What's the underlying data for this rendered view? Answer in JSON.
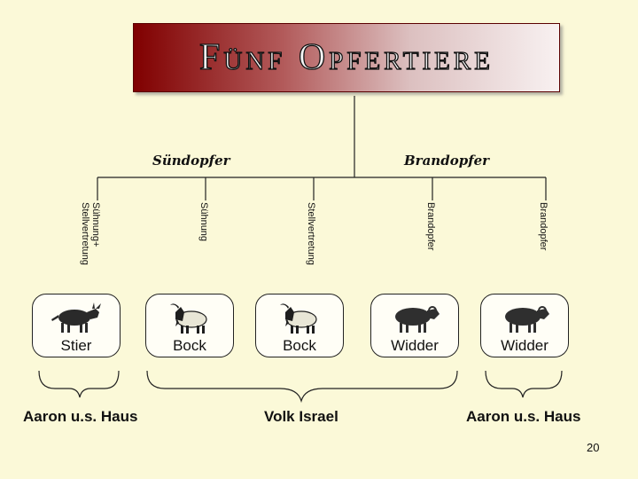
{
  "title": "Fünf Opfertiere",
  "categories": {
    "left": "Sündopfer",
    "right": "Brandopfer"
  },
  "purposes": [
    "Sühnung+\nStellvertretung",
    "Sühnung",
    "Stellvertretung",
    "Brandopfer",
    "Brandopfer"
  ],
  "animals": [
    {
      "name": "Stier",
      "icon": "bull-icon",
      "color": "#2a2a2a"
    },
    {
      "name": "Bock",
      "icon": "goat-icon",
      "color": "#1e1e1e"
    },
    {
      "name": "Bock",
      "icon": "goat-icon",
      "color": "#1e1e1e"
    },
    {
      "name": "Widder",
      "icon": "ram-icon",
      "color": "#2f2f2f"
    },
    {
      "name": "Widder",
      "icon": "ram-icon",
      "color": "#2f2f2f"
    }
  ],
  "groups": {
    "left": "Aaron u.s. Haus",
    "middle": "Volk Israel",
    "right": "Aaron u.s. Haus"
  },
  "page_number": "20",
  "colors": {
    "background": "#fbf9d8",
    "title_gradient_start": "#800000",
    "title_gradient_end": "#f8f1f1"
  }
}
